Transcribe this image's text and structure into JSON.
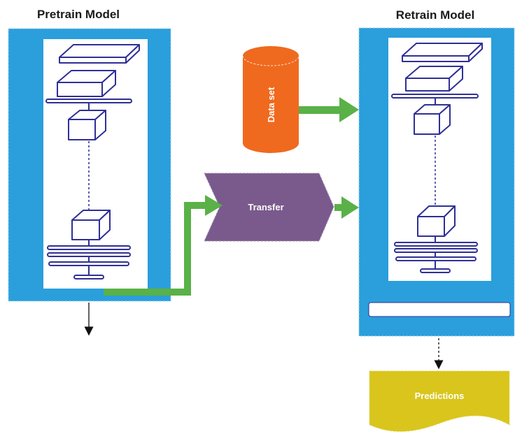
{
  "labels": {
    "pretrain_title": "Pretrain Model",
    "retrain_title": "Retrain Model",
    "dataset": "Data set",
    "transfer": "Transfer",
    "predictions": "Predictions"
  },
  "colors": {
    "panel_blue": "#2a9fdc",
    "network_line": "#2f2f96",
    "dataset_orange": "#ef6a1e",
    "transfer_purple": "#7a5a8c",
    "arrow_green": "#59b147",
    "predictions_yellow": "#d9c51c"
  }
}
